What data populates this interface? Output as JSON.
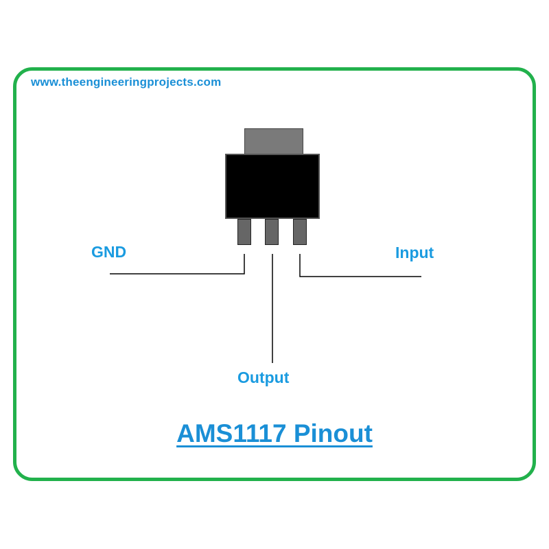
{
  "watermark": "www.theengineeringprojects.com",
  "pins": {
    "gnd": "GND",
    "input": "Input",
    "output": "Output"
  },
  "title": "AMS1117 Pinout",
  "colors": {
    "frame": "#22b14c",
    "label": "#1a9be0",
    "package_body": "#000000",
    "package_tab": "#7a7a7a",
    "pins": "#666666"
  }
}
